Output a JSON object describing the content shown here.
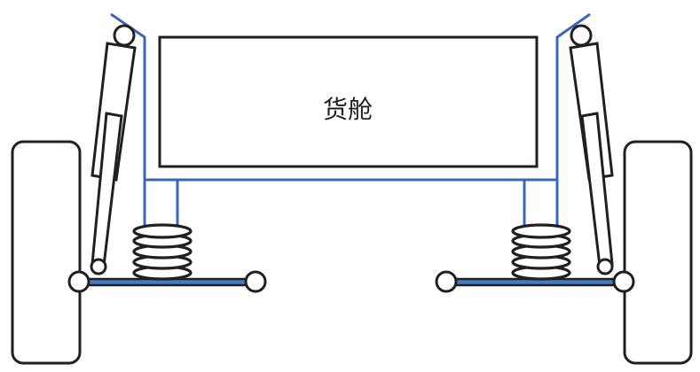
{
  "diagram": {
    "type": "suspension-schematic",
    "title": "",
    "cargo_label": "货舱",
    "colors": {
      "outline": "#231f20",
      "frame": "#3a67b5",
      "control_arm": "#3f7fc0",
      "background": "#ffffff"
    },
    "components": [
      {
        "id": "cargo-hold",
        "label": "货舱"
      },
      {
        "id": "left-wheel"
      },
      {
        "id": "right-wheel"
      },
      {
        "id": "left-shock-absorber"
      },
      {
        "id": "right-shock-absorber"
      },
      {
        "id": "left-coil-spring",
        "coils": 5
      },
      {
        "id": "right-coil-spring",
        "coils": 5
      },
      {
        "id": "left-control-arm"
      },
      {
        "id": "right-control-arm"
      },
      {
        "id": "vehicle-frame"
      }
    ]
  }
}
